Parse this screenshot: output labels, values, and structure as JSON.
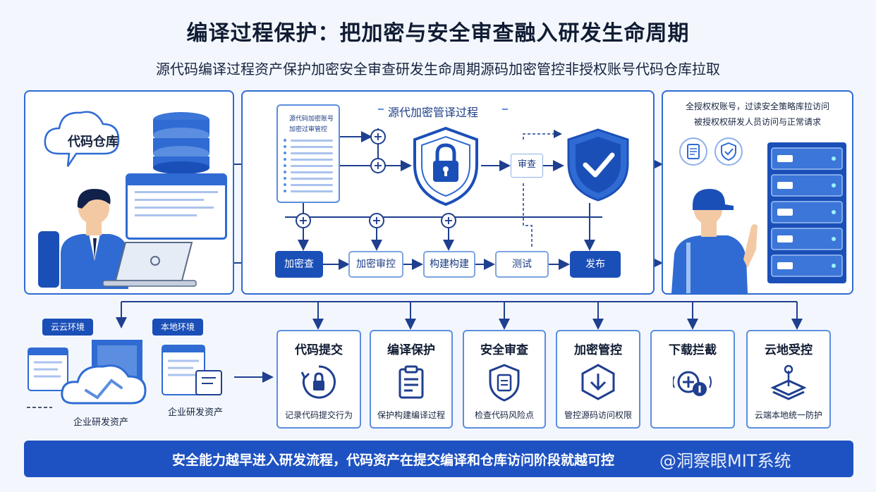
{
  "title": "编译过程保护：把加密与安全审查融入研发生命周期",
  "subtitle": "源代码编译过程资产保护加密安全审查研发生命周期源码加密管控非授权账号代码仓库拉取",
  "left_panel": {
    "cloud_label": "代码仓库",
    "icons": [
      "database-icon",
      "monitor-icon",
      "laptop-icon",
      "developer-icon"
    ]
  },
  "pipeline": {
    "title": "源代加密管译过程",
    "doc_lines": [
      "源代码加密账号",
      "加密过审管控"
    ],
    "audit_label": "审查",
    "stages": [
      {
        "label": "加密查",
        "style": "filled"
      },
      {
        "label": "加密审控",
        "style": "outlined"
      },
      {
        "label": "构建构建",
        "style": "outlined"
      },
      {
        "label": "测试",
        "style": "outlined"
      },
      {
        "label": "发布",
        "style": "filled"
      }
    ],
    "icons": [
      "lock-shield-icon",
      "check-shield-icon",
      "plus-icon"
    ]
  },
  "right_panel": {
    "notes": [
      "全授权权账号，过读安全策略库拉访问",
      "被授权权研发人员访问与正常请求"
    ],
    "icons": [
      "document-icon",
      "shield-check-icon",
      "server-rack-icon",
      "engineer-icon"
    ]
  },
  "environments": {
    "cloud_tag": "云云环境",
    "local_tag": "本地环境",
    "left_label": "企业研发资产",
    "right_label": "企业研发资产"
  },
  "cards": [
    {
      "title": "代码提交",
      "desc": "记录代码提交行为",
      "icon": "commit-lock-icon"
    },
    {
      "title": "编译保护",
      "desc": "保护构建编译过程",
      "icon": "clipboard-icon"
    },
    {
      "title": "安全审查",
      "desc": "检查代码风险点",
      "icon": "shield-doc-icon"
    },
    {
      "title": "加密管控",
      "desc": "管控源码访问权限",
      "icon": "download-shield-icon"
    },
    {
      "title": "下载拦截",
      "desc": "",
      "icon": "block-download-icon"
    },
    {
      "title": "云地受控",
      "desc": "云端本地统一防护",
      "icon": "layers-icon"
    }
  ],
  "banner": {
    "text": "安全能力越早进入研发流程，代码资产在提交编译和仓库访问阶段就越可控",
    "watermark": "@洞察眼MIT系统"
  },
  "colors": {
    "primary": "#1e52c2",
    "accent": "#2f6bd3",
    "light": "#aac3ee",
    "background": "#f3f7fd"
  }
}
